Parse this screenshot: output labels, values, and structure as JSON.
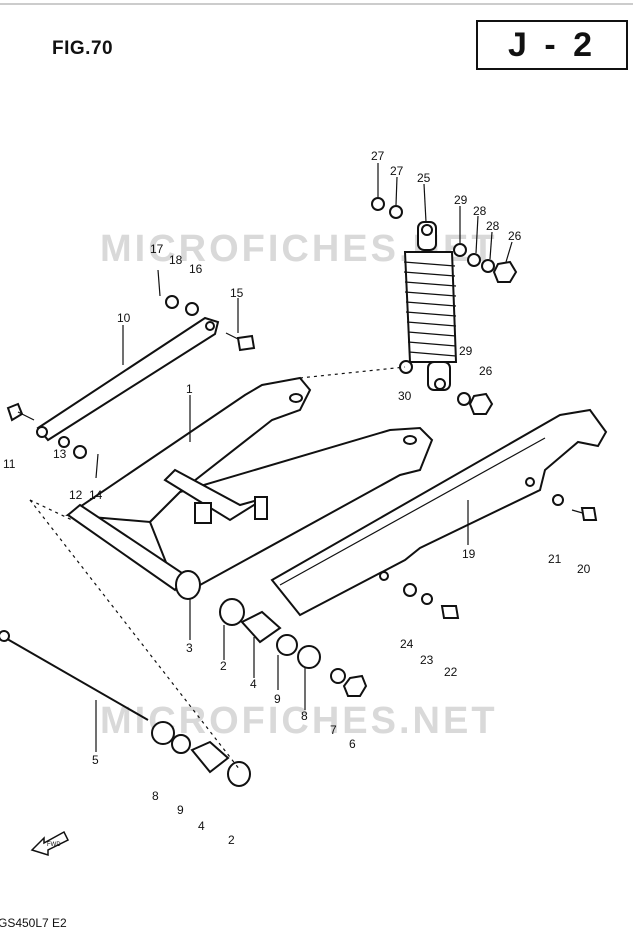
{
  "header": {
    "figure_title": "FIG.70",
    "page_code": "J - 2"
  },
  "footer": {
    "model_code": "GS450L7  E2"
  },
  "watermarks": [
    "MICROFICHES.NET",
    "MICROFICHES.NET"
  ],
  "direction_marker": {
    "label": "FWD"
  },
  "callouts": [
    {
      "id": "c27a",
      "text": "27"
    },
    {
      "id": "c27b",
      "text": "27"
    },
    {
      "id": "c25",
      "text": "25"
    },
    {
      "id": "c29a",
      "text": "29"
    },
    {
      "id": "c28a",
      "text": "28"
    },
    {
      "id": "c28b",
      "text": "28"
    },
    {
      "id": "c26a",
      "text": "26"
    },
    {
      "id": "c17",
      "text": "17"
    },
    {
      "id": "c18",
      "text": "18"
    },
    {
      "id": "c16",
      "text": "16"
    },
    {
      "id": "c15",
      "text": "15"
    },
    {
      "id": "c10",
      "text": "10"
    },
    {
      "id": "c1",
      "text": "1"
    },
    {
      "id": "c29b",
      "text": "29"
    },
    {
      "id": "c26b",
      "text": "26"
    },
    {
      "id": "c30",
      "text": "30"
    },
    {
      "id": "c11",
      "text": "11"
    },
    {
      "id": "c13",
      "text": "13"
    },
    {
      "id": "c12",
      "text": "12"
    },
    {
      "id": "c14",
      "text": "14"
    },
    {
      "id": "c19",
      "text": "19"
    },
    {
      "id": "c21",
      "text": "21"
    },
    {
      "id": "c20",
      "text": "20"
    },
    {
      "id": "c3",
      "text": "3"
    },
    {
      "id": "c2a",
      "text": "2"
    },
    {
      "id": "c4a",
      "text": "4"
    },
    {
      "id": "c9a",
      "text": "9"
    },
    {
      "id": "c8a",
      "text": "8"
    },
    {
      "id": "c7",
      "text": "7"
    },
    {
      "id": "c6",
      "text": "6"
    },
    {
      "id": "c24",
      "text": "24"
    },
    {
      "id": "c23",
      "text": "23"
    },
    {
      "id": "c22",
      "text": "22"
    },
    {
      "id": "c5",
      "text": "5"
    },
    {
      "id": "c8b",
      "text": "8"
    },
    {
      "id": "c9b",
      "text": "9"
    },
    {
      "id": "c4b",
      "text": "4"
    },
    {
      "id": "c2b",
      "text": "2"
    }
  ]
}
